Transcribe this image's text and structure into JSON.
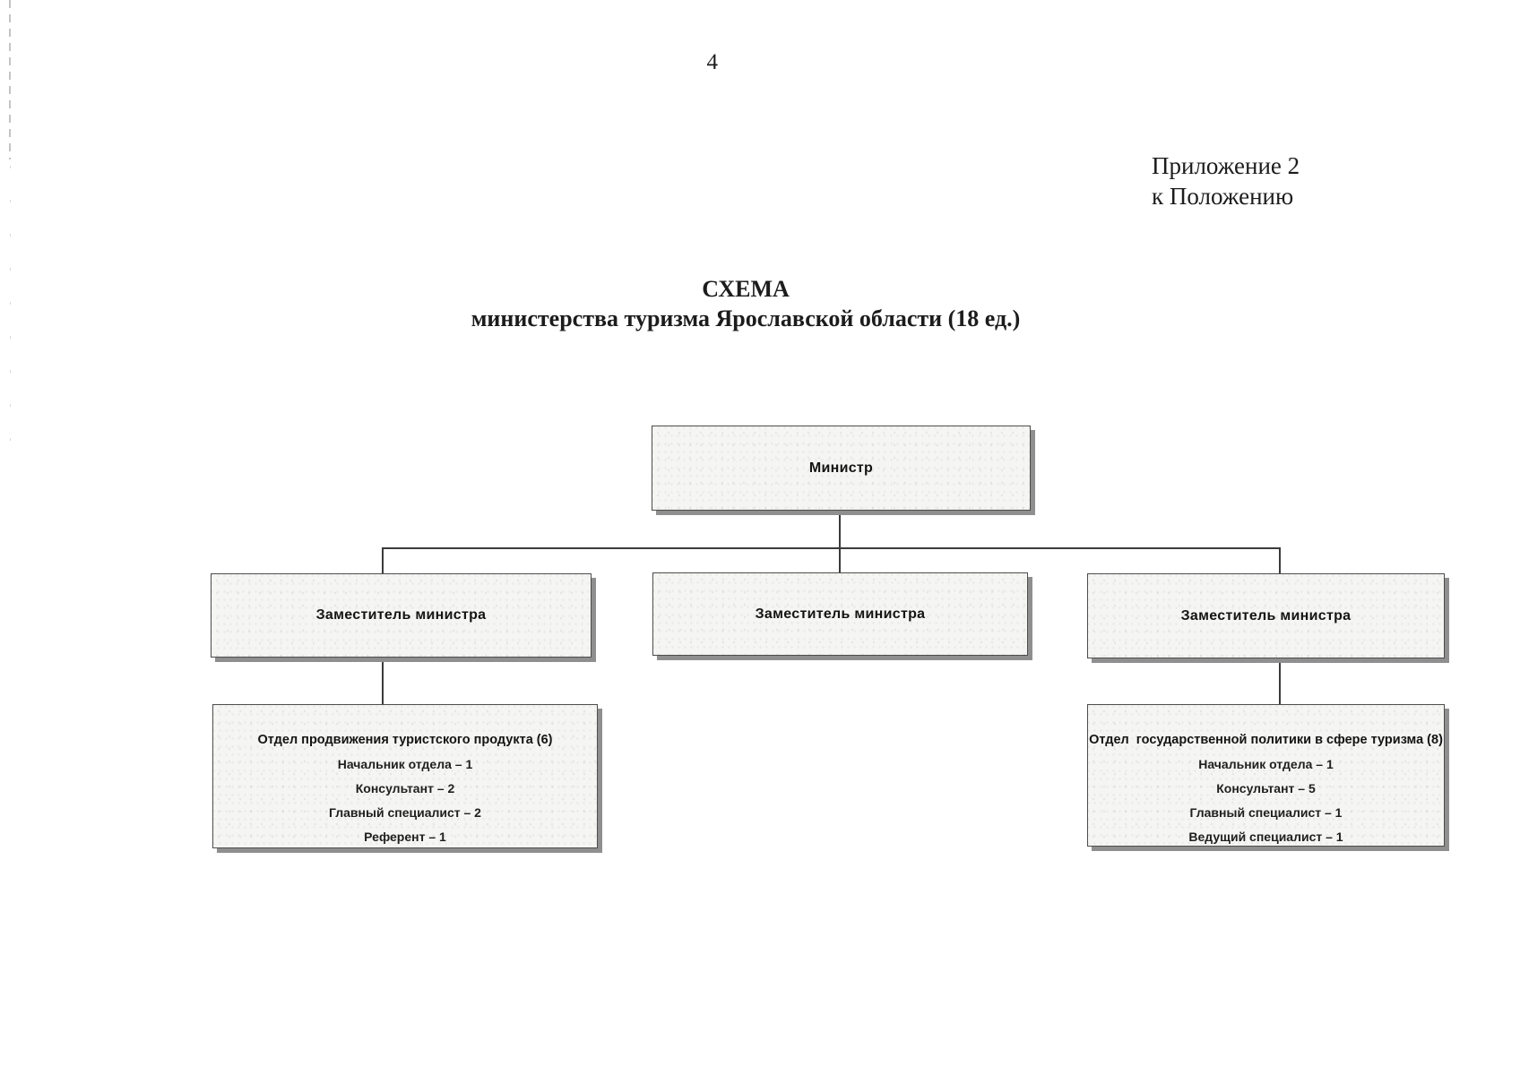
{
  "page": {
    "number": "4"
  },
  "annex": {
    "line1": "Приложение 2",
    "line2": "к Положению"
  },
  "title": {
    "line1": "СХЕМА",
    "line2": "министерства туризма Ярославской области (18 ед.)"
  },
  "chart": {
    "minister": {
      "label": "Министр"
    },
    "deputies": [
      {
        "label": "Заместитель министра"
      },
      {
        "label": "Заместитель министра"
      },
      {
        "label": "Заместитель министра"
      }
    ],
    "departments": [
      {
        "title": "Отдел продвижения туристского продукта (6)",
        "staff": [
          "Начальник отдела – 1",
          "Консультант – 2",
          "Главный специалист – 2",
          "Референт – 1"
        ]
      },
      {
        "title": "Отдел  государственной политики в сфере туризма (8)",
        "staff": [
          "Начальник отдела – 1",
          "Консультант – 5",
          "Главный специалист – 1",
          "Ведущий специалист – 1"
        ]
      }
    ]
  },
  "colors": {
    "box_fill": "#f5f5f3",
    "box_border": "#4d4d4d",
    "box_shadow": "#8f8f8f",
    "connector": "#3a3a3a",
    "text": "#1c1c1c"
  }
}
